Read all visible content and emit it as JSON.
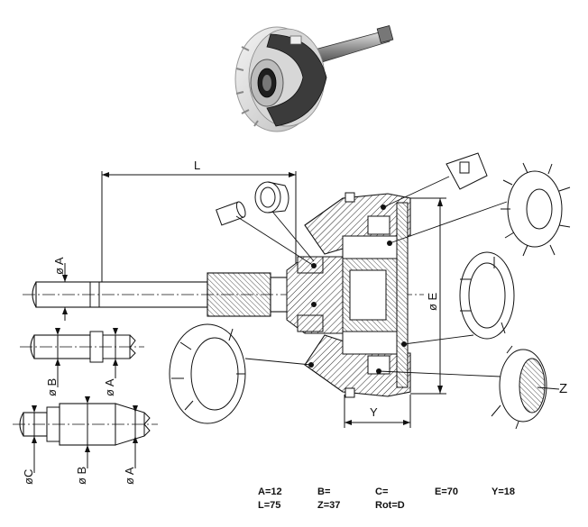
{
  "dimension_labels": {
    "L": "L",
    "dia_A_1": "ø A",
    "dia_B_2": "ø B",
    "dia_A_2": "ø A",
    "dia_C_3": "øC",
    "dia_B_3": "ø B",
    "dia_A_3": "ø A",
    "dia_E": "ø  E",
    "Y": "Y",
    "Z": "Z"
  },
  "specs": [
    "A=12",
    "B=",
    "C=",
    "E=70",
    "Y=18",
    "L=75",
    "Z=37",
    "Rot=D"
  ]
}
